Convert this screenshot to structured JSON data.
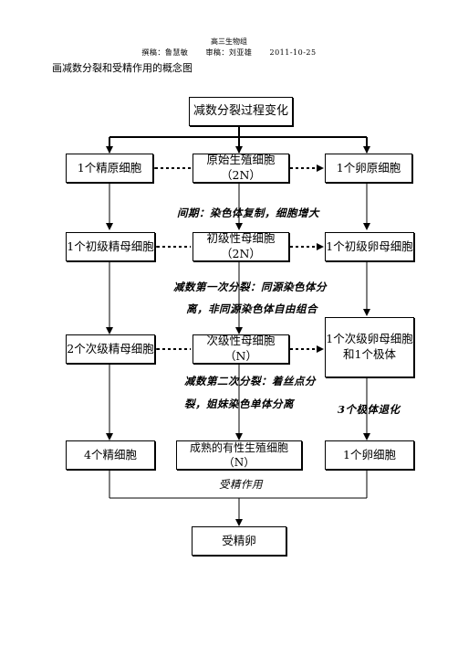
{
  "header": {
    "line1": "高三生物组",
    "author": "撰稿：鲁慧敏",
    "reviewer": "审稿：刘亚雄",
    "date": "2011-10-25"
  },
  "title": "画减数分裂和受精作用的概念图",
  "nodes": {
    "top": "减数分裂过程变化",
    "spermatogonium": "1个精原细胞",
    "primordial": "原始生殖细胞（2N）",
    "oogonium": "1个卵原细胞",
    "primary_spermatocyte": "1个初级精母细胞",
    "primary_gametocyte": "初级性母细胞（2N）",
    "primary_oocyte": "1个初级卵母细胞",
    "secondary_spermatocyte": "2个次级精母细胞",
    "secondary_gametocyte": "次级性母细胞（N）",
    "secondary_oocyte_line1": "1个次级卵母细胞",
    "secondary_oocyte_line2": "和1个极体",
    "sperm": "4个精细胞",
    "mature_gamete": "成熟的有性生殖细胞（N）",
    "egg": "1个卵细胞",
    "zygote": "受精卵"
  },
  "notes": {
    "interphase": "间期：染色体复制，细胞增大",
    "meiosis1_line1": "减数第一次分裂：同源染色体分",
    "meiosis1_line2": "离，非同源染色体自由组合",
    "meiosis2_line1": "减数第二次分裂：着丝点分",
    "meiosis2_line2": "裂，姐妹染色单体分离",
    "polar_bodies": "3个极体退化",
    "fertilization": "受精作用"
  }
}
